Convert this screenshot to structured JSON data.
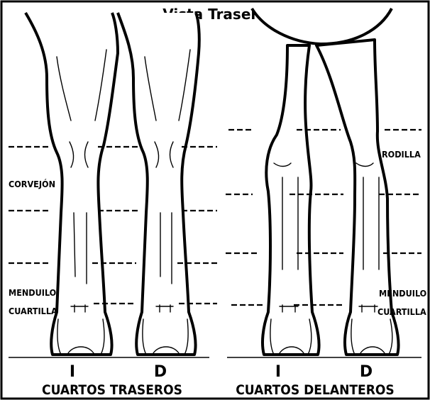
{
  "title": "Vista Trasera",
  "hind": {
    "labels": {
      "hock": "CORVEJÓN",
      "fetlock": "MENDUILO",
      "pastern": "CUARTILLA"
    },
    "side_left": "I",
    "side_right": "D",
    "section_title": "CUARTOS TRASEROS"
  },
  "fore": {
    "labels": {
      "knee": "RODILLA",
      "fetlock": "MENDUILO",
      "pastern": "CUARTILLA"
    },
    "side_left": "I",
    "side_right": "D",
    "section_title": "CUARTOS DELANTEROS"
  },
  "colors": {
    "ink": "#000000",
    "paper": "#ffffff"
  }
}
